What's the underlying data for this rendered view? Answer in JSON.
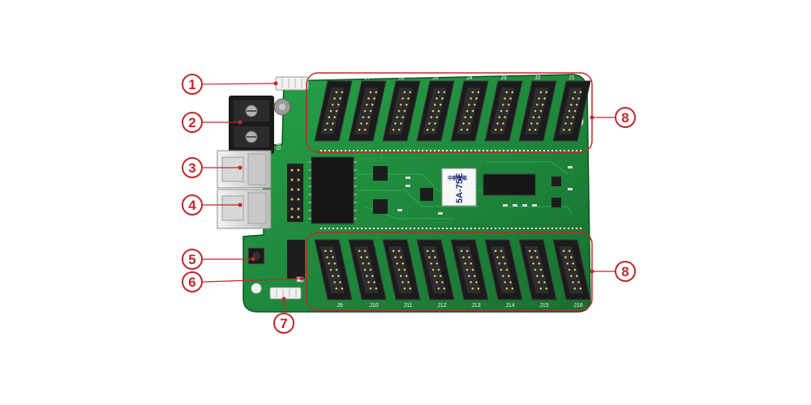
{
  "board": {
    "chip_label": "5A-75E",
    "brand_text": "中航智能",
    "silk_gnd": "GND",
    "silk_top": [
      "J8",
      "J7",
      "J6",
      "J5",
      "J4",
      "J3",
      "J2",
      "J1"
    ],
    "silk_bottom": [
      "J9",
      "J10",
      "J11",
      "J12",
      "J13",
      "J14",
      "J15",
      "J16"
    ]
  },
  "callouts": {
    "c1": "1",
    "c2": "2",
    "c3": "3",
    "c4": "4",
    "c5": "5",
    "c6": "6",
    "c7": "7",
    "c8_top": "8",
    "c8_bottom": "8"
  },
  "colors": {
    "pcb": "#1f8a3c",
    "pcb_dark": "#14692b",
    "callout_red": "#c0282d",
    "connector": "#1b1b1b"
  }
}
